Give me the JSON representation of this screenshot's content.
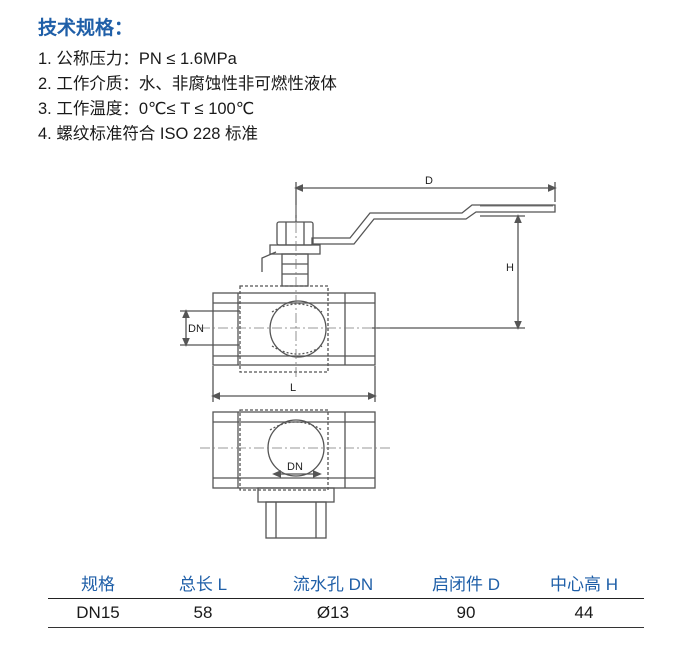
{
  "heading": "技术规格：",
  "specs": [
    "1. 公称压力：PN ≤ 1.6MPa",
    "2. 工作介质：水、非腐蚀性非可燃性液体",
    "3. 工作温度：0℃≤ T ≤ 100℃",
    "4. 螺纹标准符合 ISO 228 标准"
  ],
  "drawing": {
    "dim_D": "D",
    "dim_H": "H",
    "dim_DN_side": "DN",
    "dim_L": "L",
    "dim_DN_plan": "DN",
    "line_color": "#555555"
  },
  "table": {
    "headers": [
      "规格",
      "总长 L",
      "流水孔 DN",
      "启闭件 D",
      "中心高 H"
    ],
    "rows": [
      [
        "DN15",
        "58",
        "Ø13",
        "90",
        "44"
      ]
    ],
    "header_color": "#1f5fa8"
  }
}
